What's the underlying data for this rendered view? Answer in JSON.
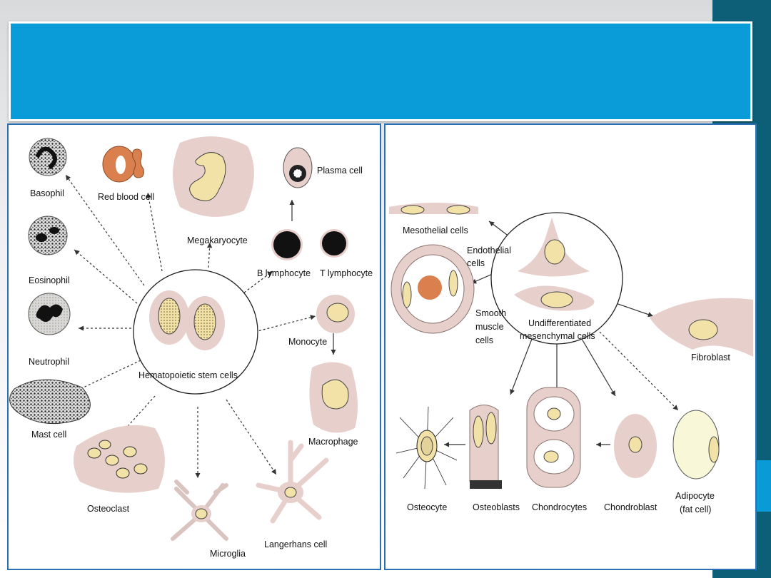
{
  "slide": {
    "title": ""
  },
  "colors": {
    "title_bar": "#0a9cd8",
    "side_band": "#0c5f77",
    "panel_border": "#2a6fb8",
    "cell_pink": "#e7cfcb",
    "nucleus_yellow": "#f2e2a8",
    "rbc": "#d9804e"
  },
  "left_diagram": {
    "center": "Hematopoietic stem cells",
    "cells": {
      "basophil": "Basophil",
      "red_blood_cell": "Red blood cell",
      "megakaryocyte": "Megakaryocyte",
      "plasma_cell": "Plasma cell",
      "b_lymphocyte": "B lymphocyte",
      "t_lymphocyte": "T lymphocyte",
      "eosinophil": "Eosinophil",
      "neutrophil": "Neutrophil",
      "monocyte": "Monocyte",
      "mast_cell": "Mast cell",
      "macrophage": "Macrophage",
      "osteoclast": "Osteoclast",
      "microglia": "Microglia",
      "langerhans_cell": "Langerhans cell"
    }
  },
  "right_diagram": {
    "center_line1": "Undifferentiated",
    "center_line2": "mesenchymal cells",
    "cells": {
      "mesothelial": "Mesothelial cells",
      "endothelial_1": "Endothelial",
      "endothelial_2": "cells",
      "smooth_1": "Smooth",
      "smooth_2": "muscle",
      "smooth_3": "cells",
      "fibroblast": "Fibroblast",
      "osteocyte": "Osteocyte",
      "osteoblasts": "Osteoblasts",
      "chondrocytes": "Chondrocytes",
      "chondroblast": "Chondroblast",
      "adipocyte_1": "Adipocyte",
      "adipocyte_2": "(fat cell)"
    }
  }
}
